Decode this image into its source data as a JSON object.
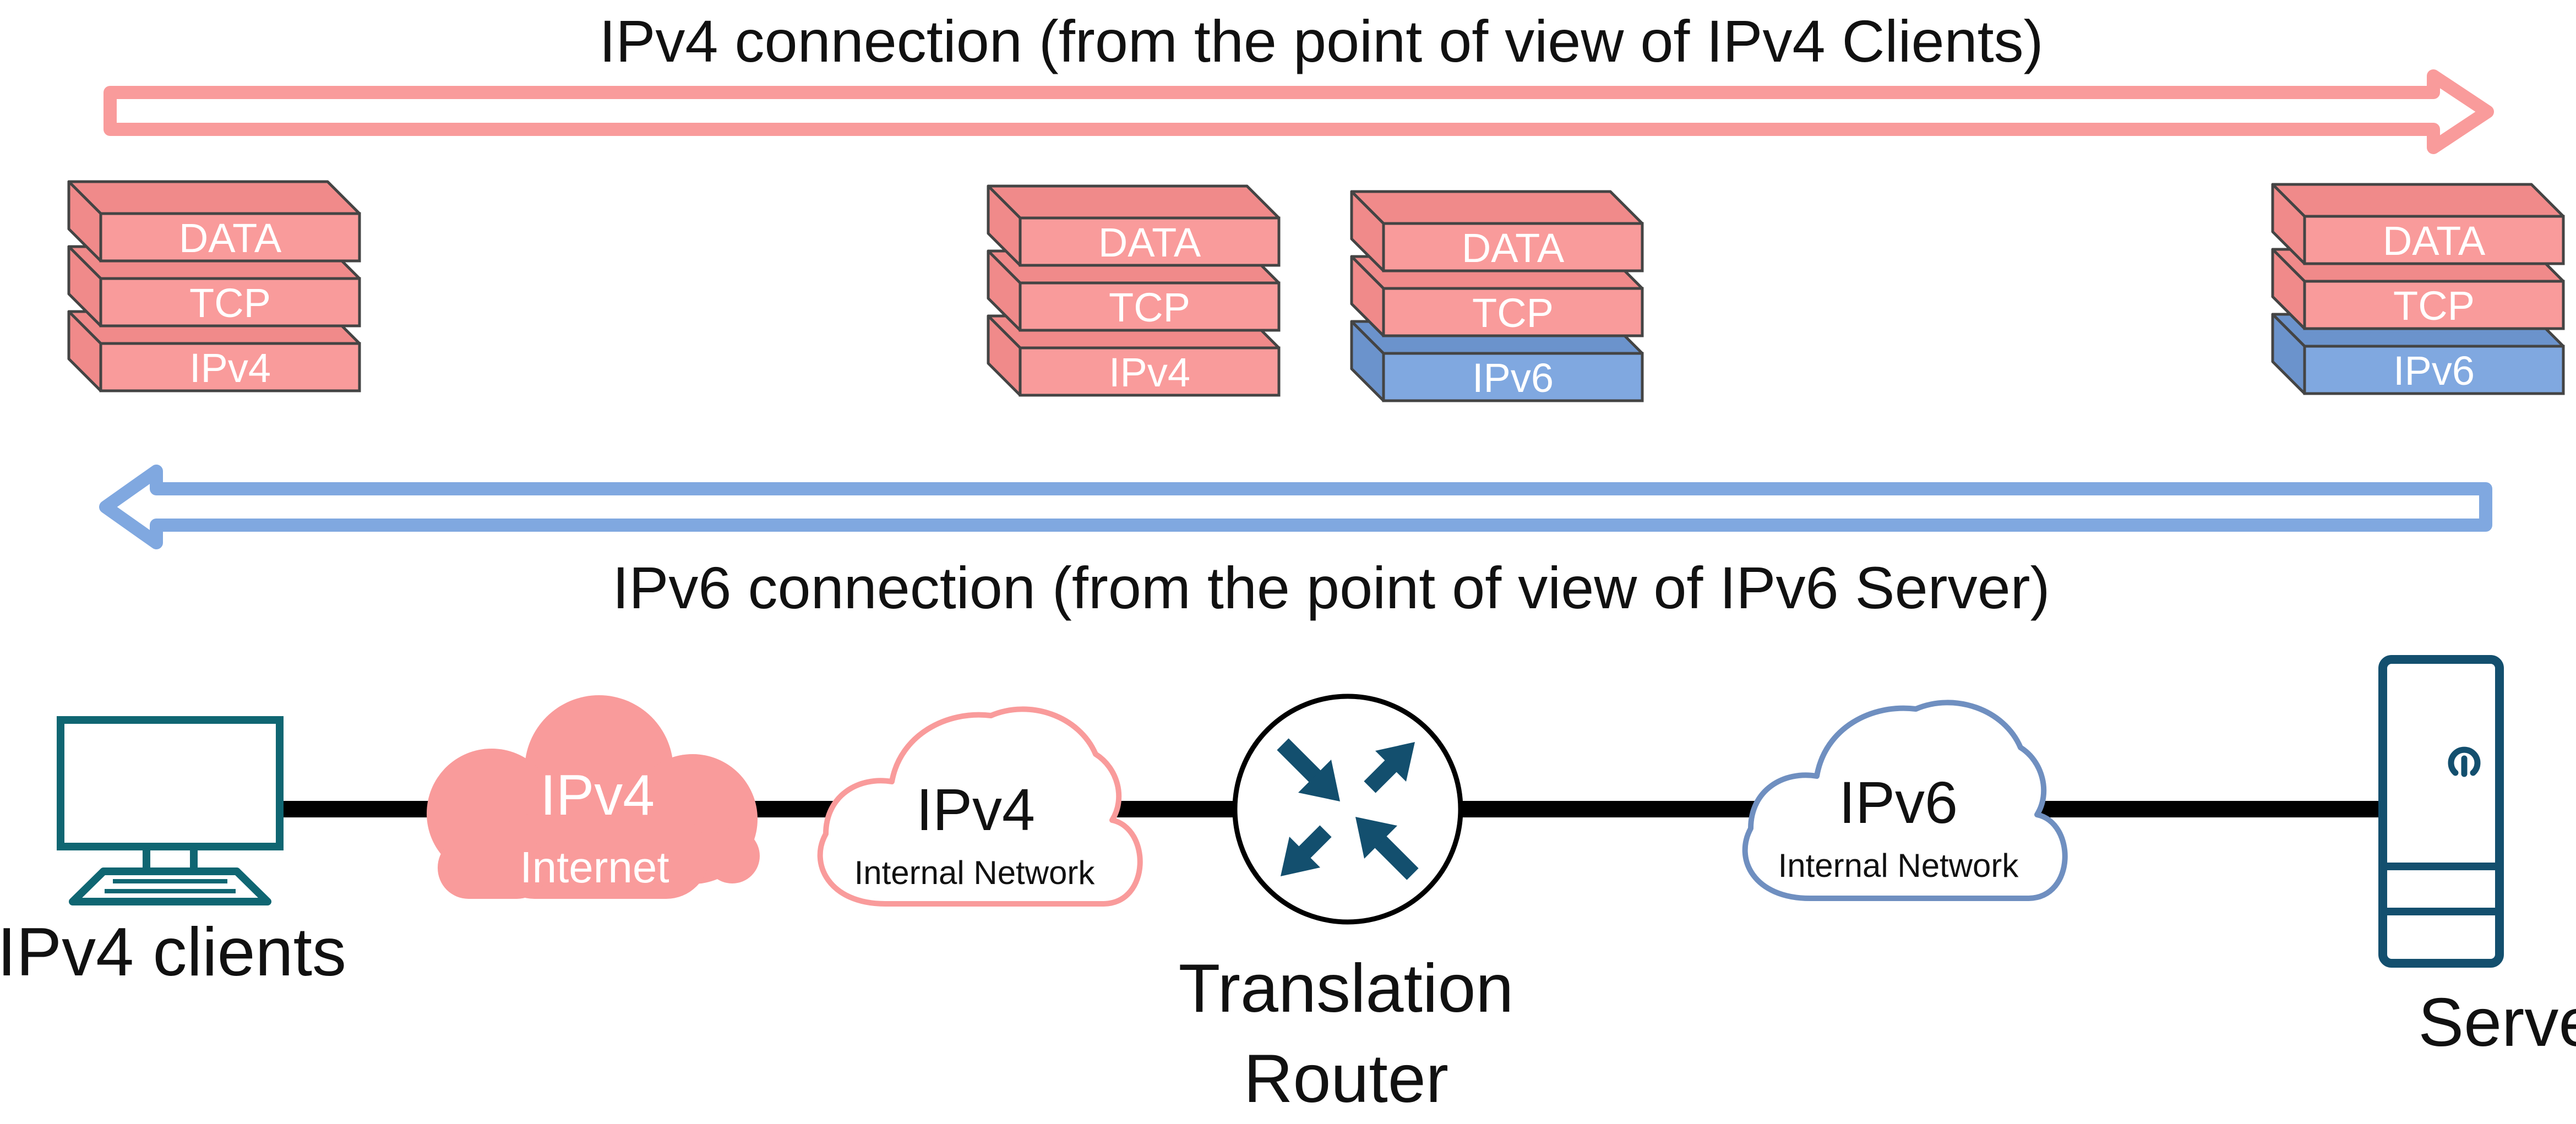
{
  "arrows": {
    "top_caption": "IPv4 connection (from the point of view of IPv4 Clients)",
    "bottom_caption": "IPv6 connection (from the point of view of IPv6 Server)"
  },
  "packets": [
    {
      "layers": [
        "DATA",
        "TCP",
        "IPv4"
      ]
    },
    {
      "layers": [
        "DATA",
        "TCP",
        "IPv4"
      ]
    },
    {
      "layers": [
        "DATA",
        "TCP",
        "IPv6"
      ]
    },
    {
      "layers": [
        "DATA",
        "TCP",
        "IPv6"
      ]
    }
  ],
  "nodes": {
    "clients_label": "IPv4 clients",
    "internet": {
      "title": "IPv4",
      "subtitle": "Internet"
    },
    "ipv4_internal": {
      "title": "IPv4",
      "subtitle": "Internal Network"
    },
    "router_label_1": "Translation",
    "router_label_2": "Router",
    "ipv6_internal": {
      "title": "IPv6",
      "subtitle": "Internal Network"
    },
    "server_label": "Server"
  },
  "colors": {
    "ipv4": "#f99b9b",
    "ipv6": "#80a8e0",
    "teal": "#0f6672",
    "navy": "#134f6e"
  }
}
